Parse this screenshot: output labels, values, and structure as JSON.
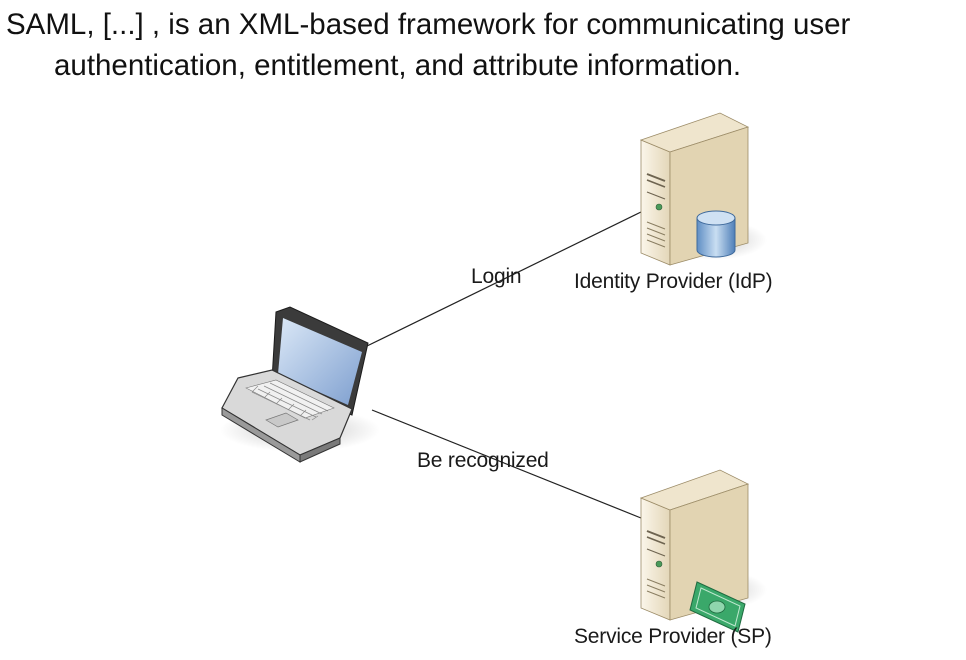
{
  "quote": {
    "line1": "SAML, [...] , is an XML-based framework for communicating user",
    "line2": "authentication, entitlement, and attribute information."
  },
  "diagram": {
    "edges": [
      {
        "from": "laptop",
        "to": "idp",
        "label": "Login"
      },
      {
        "from": "laptop",
        "to": "sp",
        "label": "Be recognized"
      }
    ],
    "nodes": {
      "idp": {
        "label": "Identity Provider (IdP)",
        "icon": "server-database-icon"
      },
      "sp": {
        "label": "Service Provider (SP)",
        "icon": "server-money-icon"
      },
      "laptop": {
        "icon": "laptop-icon"
      }
    }
  },
  "colors": {
    "server_light": "#f3ead7",
    "server_shade": "#cdbf9f",
    "db_blue": "#8fb4d9",
    "money_green": "#3aa86a",
    "screen_blue": "#9ab8e0"
  }
}
